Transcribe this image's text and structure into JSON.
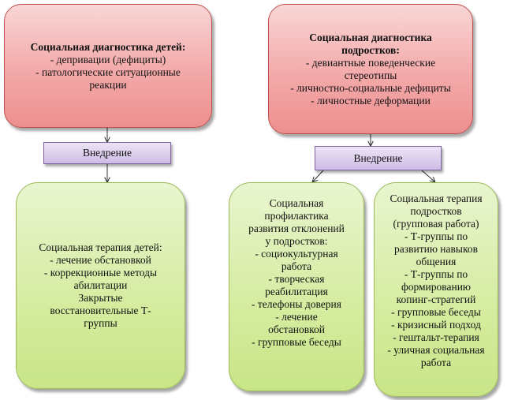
{
  "children_diag": {
    "title": "Социальная диагностика детей:",
    "items": [
      "- депривации (дефициты)",
      "- патологические ситуационные",
      "реакции"
    ]
  },
  "teen_diag": {
    "title_lines": [
      "Социальная диагностика",
      "подростков:"
    ],
    "items": [
      "- девиантные поведенческие",
      "стереотипы",
      "- личностно-социальные дефициты",
      "- личностные деформации"
    ]
  },
  "impl_left": {
    "label": "Внедрение"
  },
  "impl_right": {
    "label": "Внедрение"
  },
  "children_therapy": {
    "lines": [
      "Социальная терапия детей:",
      "- лечение обстановкой",
      "- коррекционные методы",
      "абилитации",
      "Закрытые",
      "восстановительные Т-",
      "группы"
    ]
  },
  "teen_prevention": {
    "lines": [
      "Социальная",
      "профилактика",
      "развития отклонений",
      "у подростков:",
      "- социокультурная",
      "работа",
      "- творческая",
      "реабилитация",
      "- телефоны доверия",
      "- лечение",
      "обстановкой",
      "- групповые беседы"
    ]
  },
  "teen_therapy": {
    "lines": [
      "Социальная терапия",
      "подростков",
      "(групповая работа)",
      "- Т-группы по",
      "развитию навыков",
      "общения",
      "- Т-группы по",
      "формированию",
      "копинг-стратегий",
      "- групповые беседы",
      "- кризисный подход",
      "- гештальт-терапия",
      "- уличная социальная",
      "работа"
    ]
  },
  "colors": {
    "diagnosis_fill": "#f3a9a9",
    "implementation_fill": "#cfbde6",
    "therapy_fill": "#d5ec9f"
  }
}
